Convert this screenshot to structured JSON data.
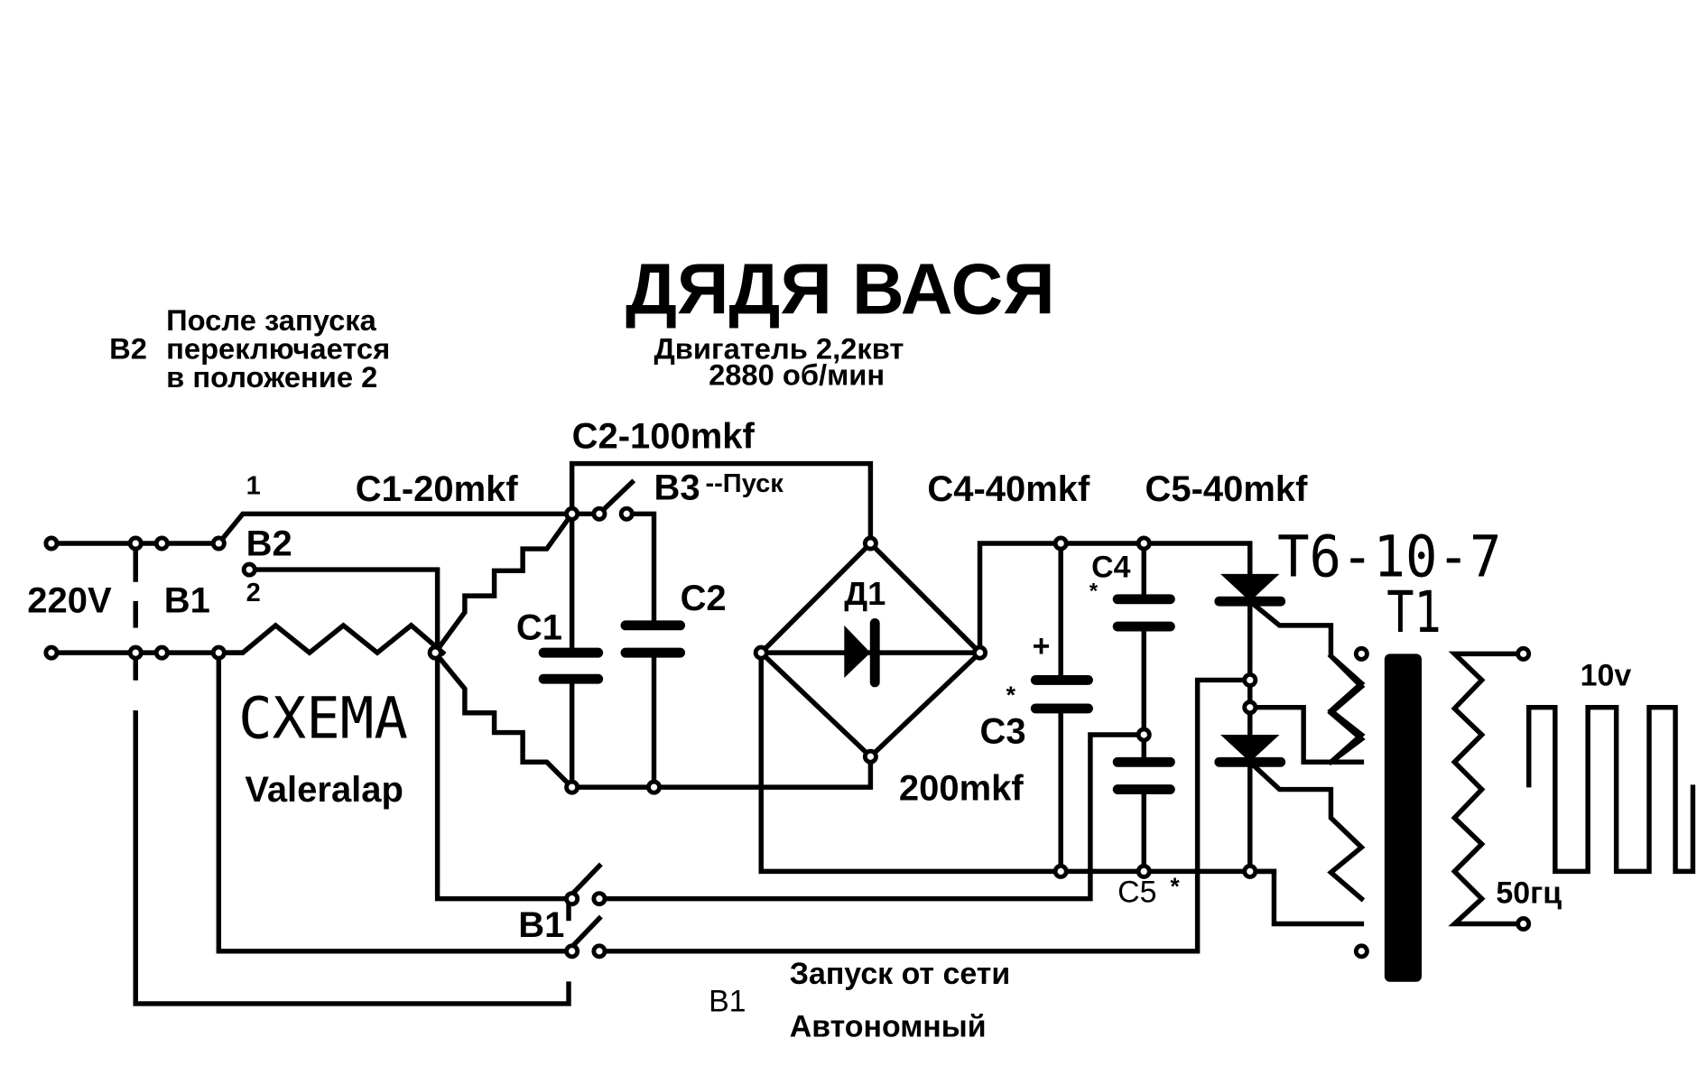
{
  "title": "ДЯДЯ ВАСЯ",
  "motor": {
    "line1": "Двигатель 2,2квт",
    "line2": "2880 об/мин"
  },
  "note": {
    "line1": "После запуска",
    "line2_prefix": "B2",
    "line2": "переключается",
    "line3": "в положение 2"
  },
  "labels": {
    "mains": "220V",
    "b1_left": "B1",
    "b2": "B2",
    "b2_pos1": "1",
    "b2_pos2": "2",
    "c1_value": "C1-20mkf",
    "c2_value": "C2-100mkf",
    "b3": "B3",
    "b3_suffix": "--Пуск",
    "c1": "C1",
    "c2": "C2",
    "d1": "Д1",
    "c4_value": "C4-40mkf",
    "c5_value": "C5-40mkf",
    "c4": "C4",
    "c5": "C5",
    "c3": "C3",
    "c3_value": "200mkf",
    "plus": "+",
    "star": "*",
    "thyristor": "T6-10-7",
    "transformer": "T1",
    "output_voltage": "10v",
    "output_freq": "50гц",
    "schema_title": "CXEMA",
    "author": "Valeralap",
    "b1_bottom": "B1",
    "b1_switch": "B1",
    "mode_grid": "Запуск от сети",
    "mode_auto": "Автономный"
  }
}
